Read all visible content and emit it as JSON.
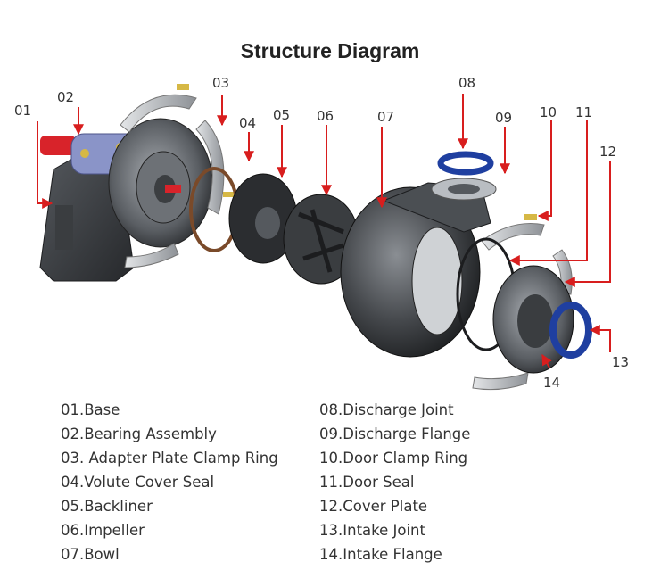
{
  "title": "Structure Diagram",
  "callouts": [
    "01",
    "02",
    "03",
    "04",
    "05",
    "06",
    "07",
    "08",
    "09",
    "10",
    "11",
    "12",
    "13",
    "14"
  ],
  "legend_left": [
    "01.Base",
    "02.Bearing Assembly",
    "03. Adapter Plate Clamp Ring",
    "04.Volute Cover Seal",
    "05.Backliner",
    "06.Impeller",
    "07.Bowl"
  ],
  "legend_right": [
    "08.Discharge Joint",
    "09.Discharge Flange",
    "10.Door Clamp Ring",
    "11.Door Seal",
    "12.Cover Plate",
    "13.Intake Joint",
    "14.Intake Flange"
  ],
  "colors": {
    "arrow": "#d81e1e",
    "metal_dark": "#2e3033",
    "metal_mid": "#5a5e63",
    "metal_light": "#b9bdc2",
    "seal_blue": "#1f3fa0",
    "bearing_blue": "#8a94c8",
    "shaft_red": "#d8232a"
  }
}
